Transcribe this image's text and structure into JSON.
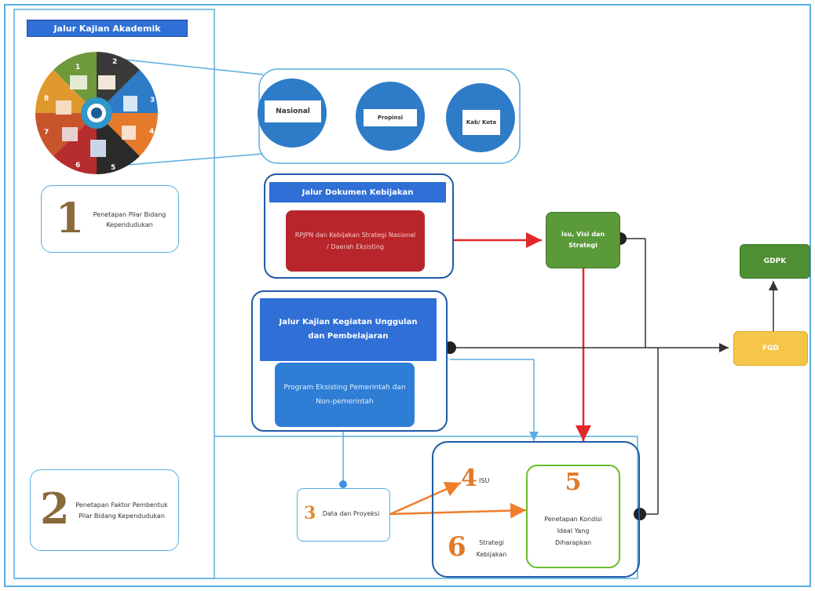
{
  "academic_header": "Jalur Kajian Akademik",
  "wheel_numbers": [
    "1",
    "2",
    "3",
    "4",
    "5",
    "6",
    "7",
    "8"
  ],
  "levels": {
    "nasional": "Nasional",
    "provinsi": "Propinsi",
    "kab_kota": "Kab/ Kota"
  },
  "step1": {
    "number": "1",
    "text": "Penetapan Pilar Bidang Kependudukan"
  },
  "step2": {
    "number": "2",
    "text": "Penetapan Faktor Pembentuk Pilar Bidang Kependudukan"
  },
  "policy_doc": {
    "header": "Jalur Dokumen Kebijakan",
    "body": "RPJPN dan Kebijakan Strategi Nasional / Daerah Eksisting"
  },
  "flagship": {
    "header": "Jalur Kajian Kegiatan Unggulan dan Pembelajaran",
    "body": "Program Eksisting Pemerintah dan Non-pemerintah"
  },
  "isu_visi": "Isu, Visi dan Strategi",
  "gdpk": "GDPK",
  "fgd": "FGD",
  "step3": {
    "number": "3",
    "text": "Data dan Proyeksi"
  },
  "step4": {
    "number": "4",
    "text": "ISU"
  },
  "step5": {
    "number": "5",
    "text": "Penetapan Kondisi Ideal Yang Diharapkan"
  },
  "step6": {
    "number": "6",
    "text": "Strategi Kebijakan"
  },
  "colors": {
    "blue_header": "#2f6fd6",
    "red_box": "#b8262c",
    "green_box": "#5a9a3a",
    "fgd_fill": "#f6c64a",
    "arrow_red": "#e02828",
    "arrow_orange": "#f07d2c",
    "line_blue": "#5aaee0"
  }
}
